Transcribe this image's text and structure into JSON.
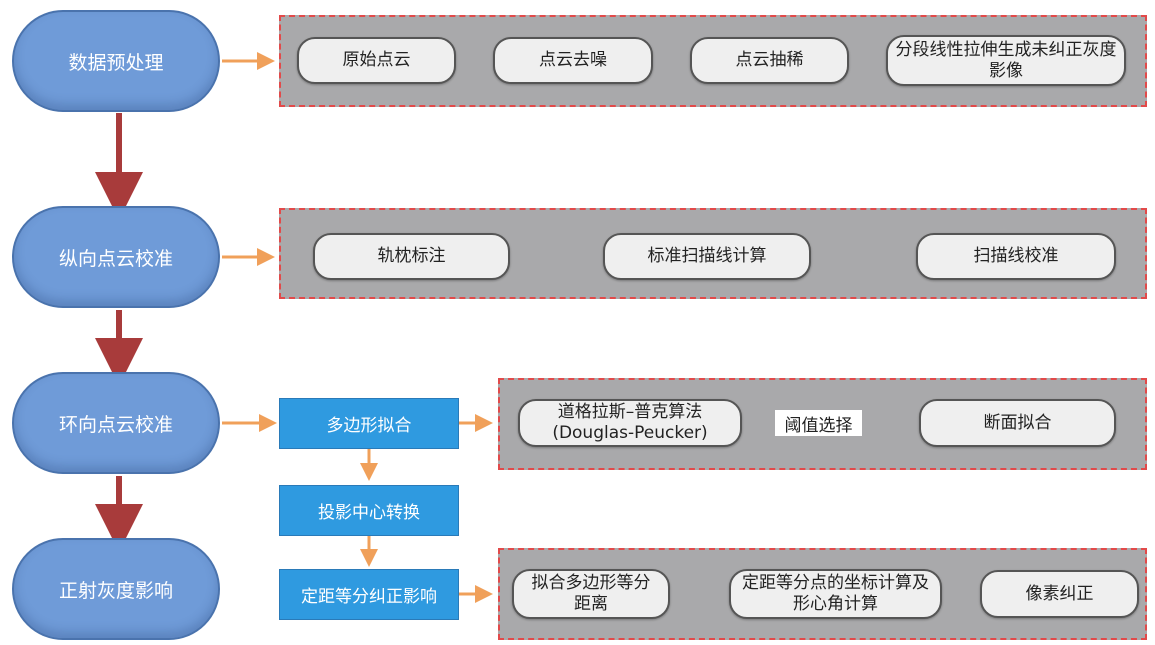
{
  "stages": [
    {
      "label": "数据预处理"
    },
    {
      "label": "纵向点云校准"
    },
    {
      "label": "环向点云校准"
    },
    {
      "label": "正射灰度影响"
    }
  ],
  "row1": {
    "nodes": [
      "原始点云",
      "点云去噪",
      "点云抽稀",
      "分段线性拉伸生成未纠正灰度影像"
    ]
  },
  "row2": {
    "nodes": [
      "轨枕标注",
      "标准扫描线计算",
      "扫描线校准"
    ]
  },
  "row3": {
    "nodes": [
      "道格拉斯–普克算法(Douglas-Peucker)",
      "断面拟合"
    ],
    "edge_label": "阈值选择"
  },
  "row4": {
    "nodes": [
      "拟合多边形等分距离",
      "定距等分点的坐标计算及形心角计算",
      "像素纠正"
    ]
  },
  "blue_steps": [
    "多边形拟合",
    "投影中心转换",
    "定距等分纠正影响"
  ],
  "colors": {
    "stage_fill": "#6f9bd8",
    "stage_arrow": "#a83b3b",
    "orange_arrow": "#f0a05a",
    "panel_fill": "#a9a9ab",
    "panel_border": "#e24a4a",
    "blue_step": "#2f9ae0"
  }
}
